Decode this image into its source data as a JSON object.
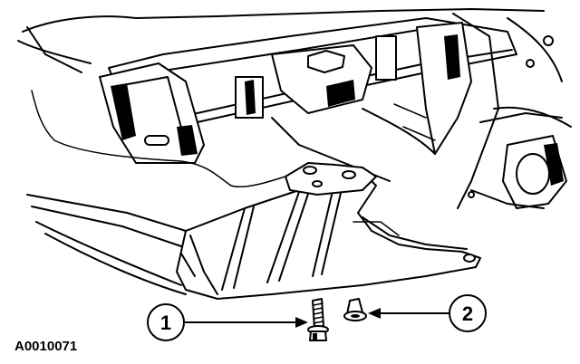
{
  "figure": {
    "id_label": "A0010071"
  },
  "callouts": [
    {
      "number": "1",
      "part": "bolt"
    },
    {
      "number": "2",
      "part": "push-pin-retainer"
    }
  ],
  "colors": {
    "line": "#000000",
    "background": "#ffffff"
  }
}
